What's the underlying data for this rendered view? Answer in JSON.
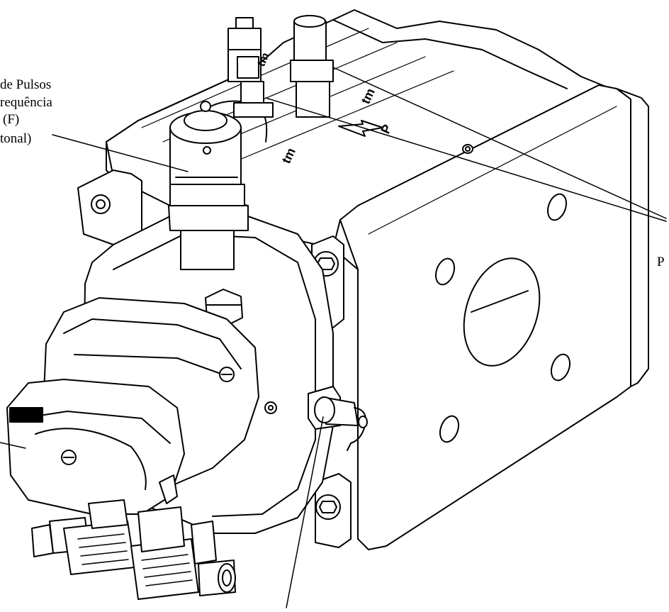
{
  "labels": {
    "pulse_line1": "de Pulsos",
    "pulse_line2": "requência",
    "pulse_line3": "(F)",
    "pulse_line4": "tonal)",
    "right_label": "P"
  },
  "body_marks": {
    "tm_1": "tm",
    "tm_2": "tm",
    "tm_3": "tm",
    "p_arrow": "P"
  },
  "colors": {
    "stroke": "#000000",
    "fill": "#ffffff"
  }
}
